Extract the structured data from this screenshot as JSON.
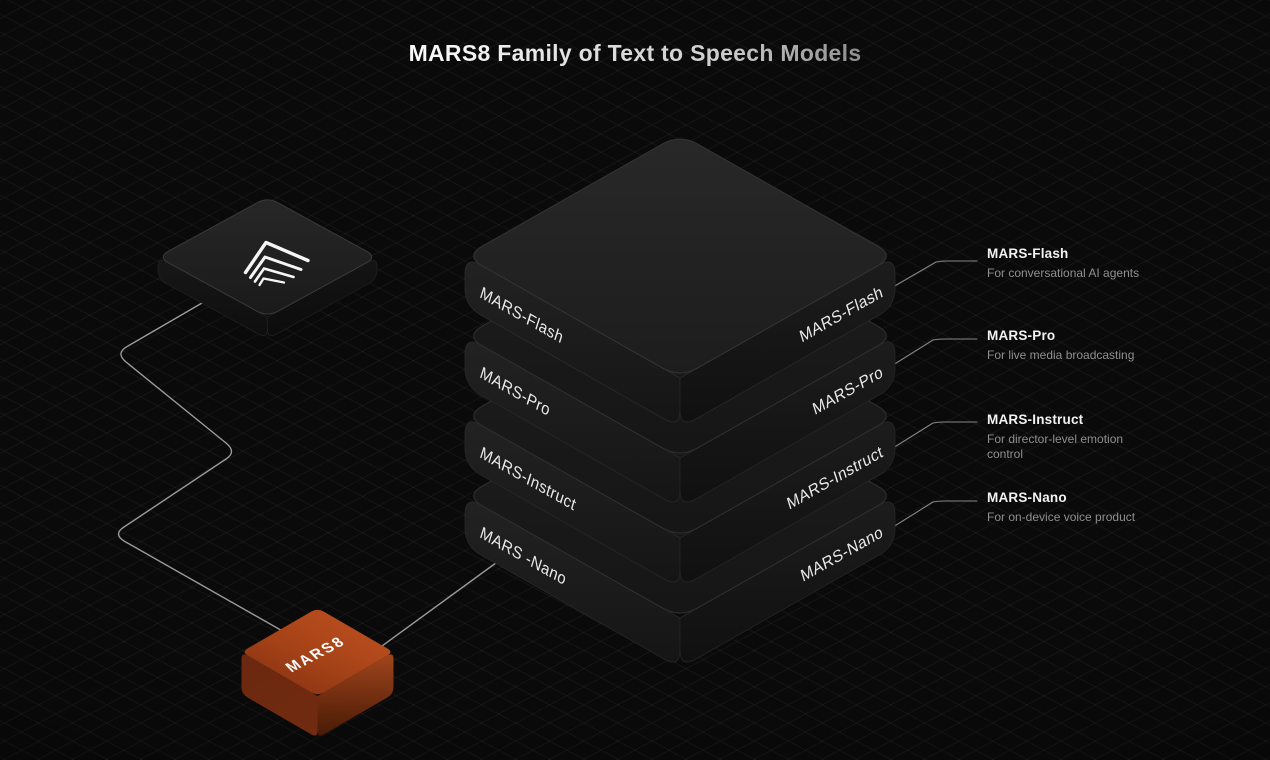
{
  "title": "MARS8 Family of Text to Speech Models",
  "stack": {
    "layers": [
      {
        "id": "flash",
        "left_label": "MARS-Flash",
        "right_label": "MARS-Flash"
      },
      {
        "id": "pro",
        "left_label": "MARS-Pro",
        "right_label": "MARS-Pro"
      },
      {
        "id": "instruct",
        "left_label": "MARS-Instruct",
        "right_label": "MARS-Instruct"
      },
      {
        "id": "nano",
        "left_label": "MARS -Nano",
        "right_label": "MARS-Nano"
      }
    ]
  },
  "annotations": [
    {
      "name": "MARS-Flash",
      "description": "For conversational AI agents"
    },
    {
      "name": "MARS-Pro",
      "description": "For live media broadcasting"
    },
    {
      "name": "MARS-Instruct",
      "description": "For director-level emotion control"
    },
    {
      "name": "MARS-Nano",
      "description": "For on-device voice product"
    }
  ],
  "base_cube": {
    "label": "MARS8"
  },
  "logo_chip": {
    "icon": "nested-chevron-logo-icon"
  },
  "colors": {
    "background": "#0a0a0a",
    "grid_line": "#1a1a1a",
    "slab_top": "#222222",
    "slab_side": "#181818",
    "cube_orange": "#a8431a",
    "connector": "#9a9a9a",
    "text_primary": "#f2f2f2",
    "text_secondary": "#8f8f8f"
  }
}
